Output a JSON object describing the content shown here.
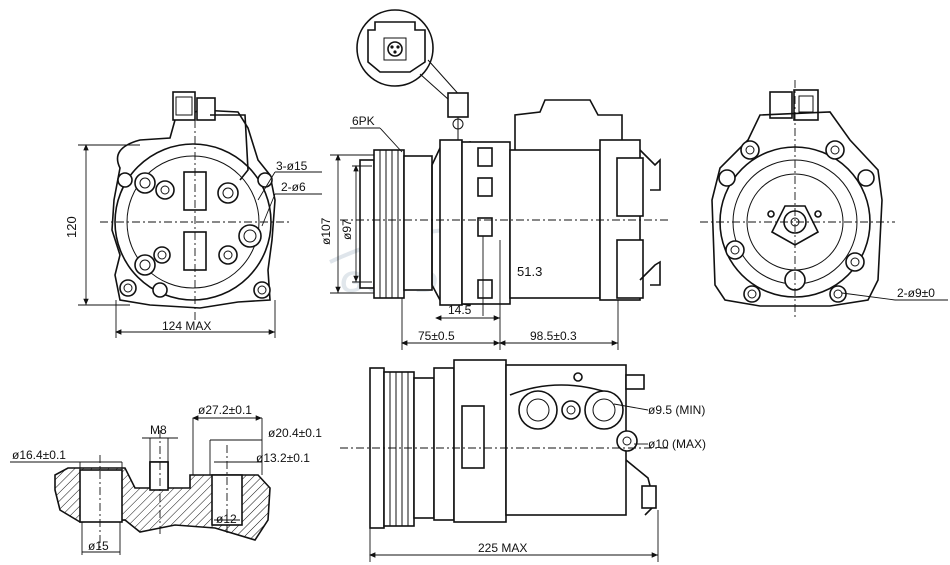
{
  "watermark": "GOOD LTD",
  "labels": {
    "front_height": "120",
    "front_width": "124 MAX",
    "hole_3": "3-ø15",
    "hole_2": "2-ø6",
    "belt": "6PK",
    "pulley_outer": "ø107",
    "pulley_inner": "ø97",
    "gap_513": "51.3",
    "gap_145": "14.5",
    "dim_75": "75±0.5",
    "dim_985": "98.5±0.3",
    "rear_holes": "2-ø9±0",
    "port_m8": "M8",
    "port_272": "ø27.2±0.1",
    "port_204": "ø20.4±0.1",
    "port_132": "ø13.2±0.1",
    "port_164": "ø16.4±0.1",
    "port_12": "ø12",
    "port_15": "ø15",
    "min_95": "ø9.5 (MIN)",
    "max_10": "ø10 (MAX)",
    "length_225": "225 MAX"
  }
}
